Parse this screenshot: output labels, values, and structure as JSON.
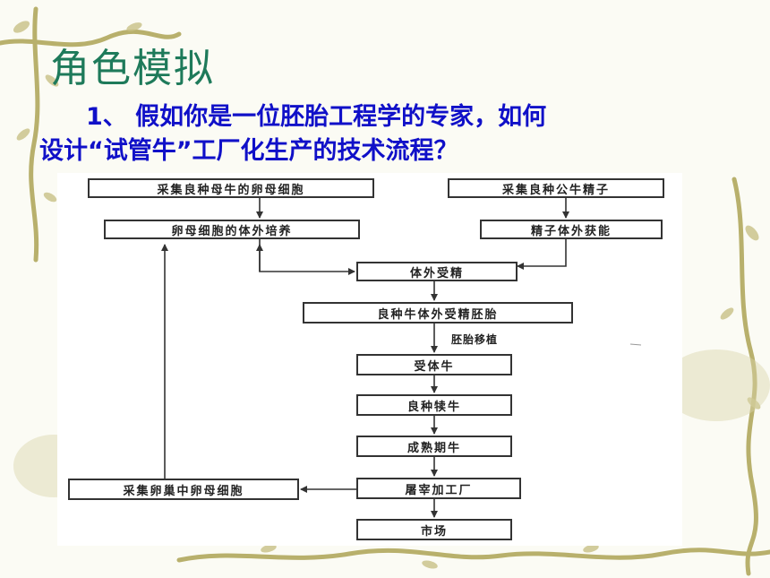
{
  "slide": {
    "title": "角色模拟",
    "question_line1": "1、 假如你是一位胚胎工程学的专家，如何",
    "question_line2": "设计“试管牛”工厂化生产的技术流程？"
  },
  "diagram": {
    "nodes": {
      "collect_oocyte": "采集良种母牛的卵母细胞",
      "collect_sperm": "采集良种公牛精子",
      "oocyte_culture": "卵母细胞的体外培养",
      "sperm_capacitation": "精子体外获能",
      "ivf": "体外受精",
      "embryo": "良种牛体外受精胚胎",
      "recipient": "受体牛",
      "calf": "良种犊牛",
      "mature": "成熟期牛",
      "slaughter": "屠宰加工厂",
      "market": "市场",
      "ovary_oocyte": "采集卵巢中卵母细胞"
    },
    "edge_labels": {
      "embryo_transfer": "胚胎移植"
    }
  },
  "colors": {
    "title": "#1e7a5a",
    "question": "#1010c8",
    "vine": "#b5ae6a"
  }
}
